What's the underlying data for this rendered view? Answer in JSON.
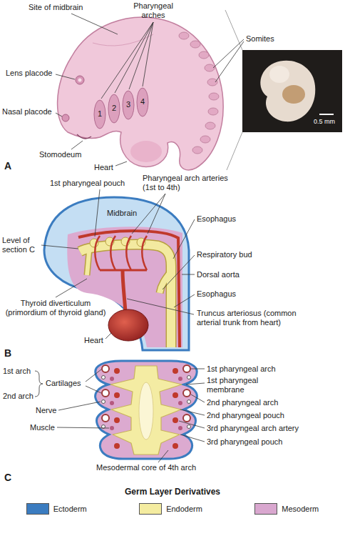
{
  "diagram": {
    "labels": [
      "Site of midbrain",
      "Pharyngeal arches",
      "Lens placode",
      "Nasal placode",
      "1",
      "2",
      "3",
      "4",
      "Somites",
      "Stomodeum",
      "Heart",
      "0.5 mm",
      "A",
      "Midbrain",
      "1st pharyngeal pouch",
      "Pharyngeal arch arteries (1st to 4th)",
      "Esophagus",
      "Level of section C",
      "Respiratory bud",
      "Dorsal aorta",
      "Esophagus",
      "Thyroid diverticulum (primordium of thyroid gland)",
      "Heart",
      "Truncus arteriosus (common arterial trunk from heart)",
      "B",
      "1st arch",
      "2nd arch",
      "Cartilages",
      "Nerve",
      "Muscle",
      "1st pharyngeal arch",
      "1st pharyngeal membrane",
      "2nd pharyngeal arch",
      "2nd pharyngeal pouch",
      "3rd pharyngeal arch artery",
      "3rd pharyngeal pouch",
      "Mesodermal core of 4th arch",
      "C",
      "Germ Layer Derivatives"
    ],
    "legend": [
      {
        "text": "Ectoderm",
        "color": "#3b7cc0"
      },
      {
        "text": "Endoderm",
        "color": "#f4eca0"
      },
      {
        "text": "Mesoderm",
        "color": "#d9a7cf"
      }
    ]
  }
}
